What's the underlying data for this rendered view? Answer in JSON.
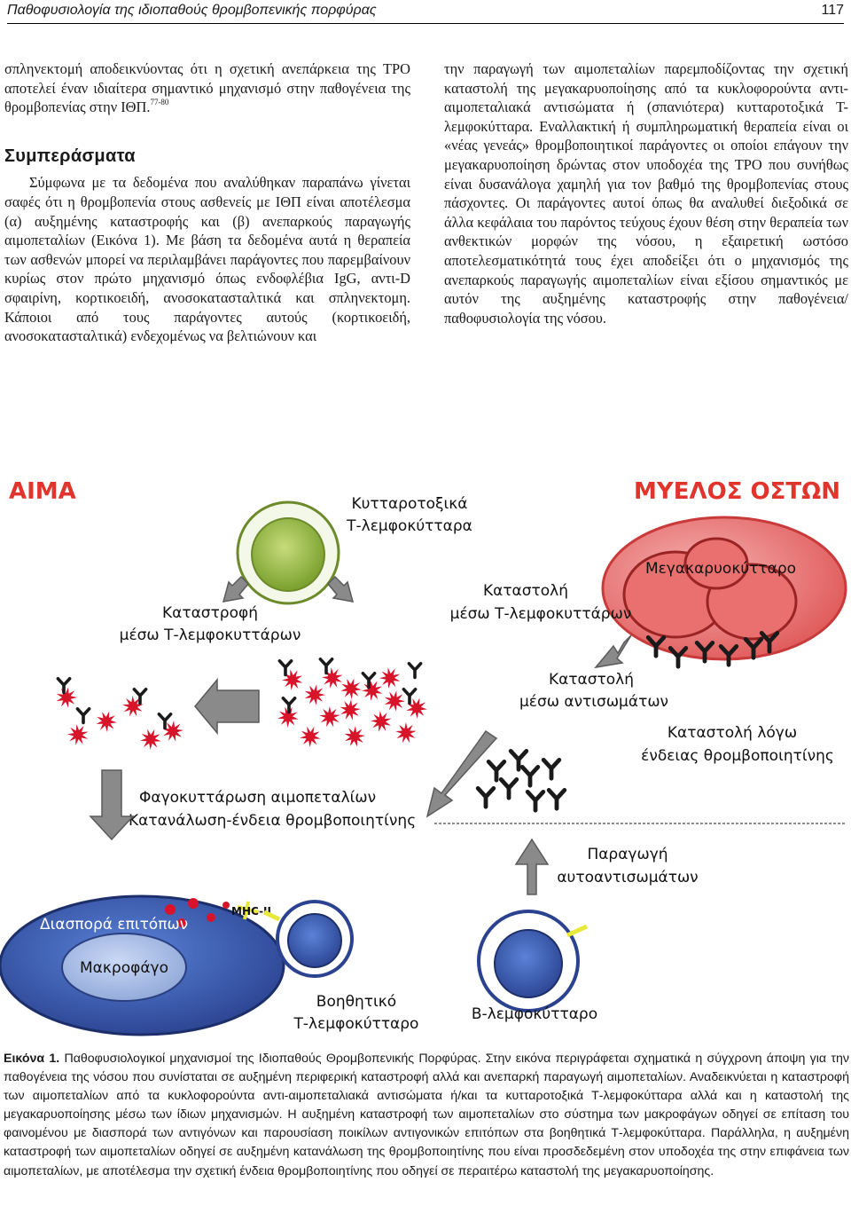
{
  "header": {
    "title": "Παθοφυσιολογία της ιδιοπαθούς θρομβοπενικής πορφύρας",
    "page": "117"
  },
  "left_col": {
    "intro": "σπληνεκτομή αποδεικνύοντας ότι η σχετική ανεπάρκεια της TPO αποτελεί έναν ιδιαίτερα σημαντικό μηχανισμό στην παθογένεια της θρομβοπενίας στην ΙΘΠ.",
    "intro_ref": "77-80",
    "heading": "Συμπεράσματα",
    "body": "Σύμφωνα με τα δεδομένα που αναλύθηκαν παραπάνω γίνεται σαφές ότι η θρομβοπενία στους ασθενείς με ΙΘΠ είναι αποτέλεσμα (α) αυξημένης καταστροφής και (β) ανεπαρκούς παραγωγής αιμοπεταλίων (Εικόνα 1). Με βάση τα δεδομένα αυτά η θεραπεία των ασθενών μπορεί να περιλαμβάνει παράγοντες που παρεμβαίνουν κυρίως στον πρώτο μηχανισμό όπως ενδοφλέβια IgG, αντι-D σφαιρίνη, κορτικοειδή, ανοσοκατασταλτικά και σπληνεκτομη. Κάποιοι από τους παράγοντες αυτούς (κορτικοειδή, ανοσοκατασταλτικά) ενδεχομένως να βελτιώνουν και"
  },
  "right_col": {
    "body": "την παραγωγή των αιμοπεταλίων παρεμποδίζοντας την σχετική καταστολή της μεγακαρυοποίησης από τα κυκλοφορούντα αντι-αιμοπεταλιακά αντισώματα ή (σπανιότερα) κυτταροτοξικά Τ-λεμφοκύτταρα. Εναλλακτική ή συμπληρωματική θεραπεία είναι οι «νέας γενεάς» θρομβοποιητικοί παράγοντες οι οποίοι επάγουν την μεγακαρυοποίηση δρώντας στον υποδοχέα της TPO που συνήθως είναι δυσανάλογα χαμηλή για τον βαθμό της θρομβοπενίας στους πάσχοντες. Οι παράγοντες αυτοί όπως θα αναλυθεί διεξοδικά σε άλλα κεφάλαια του παρόντος τεύχους έχουν θέση στην θεραπεία των ανθεκτικών μορφών της νόσου, η εξαιρετική ωστόσο αποτελεσματικότητά τους έχει αποδείξει ότι ο μηχανισμός της ανεπαρκούς παραγωγής αιμοπεταλίων είναι εξίσου σημαντικός με αυτόν της αυξημένης καταστροφής στην παθογένεια/παθοφυσιολογία της νόσου."
  },
  "figure": {
    "blood": "ΑΙΜΑ",
    "marrow": "ΜΥΕΛΟΣ ΟΣΤΩΝ",
    "cytotoxic": [
      "Κυτταροτοξικά",
      "Τ-λεμφοκύτταρα"
    ],
    "megakaryocyte": "Μεγακαρυοκύτταρο",
    "destruction": [
      "Καταστροφή",
      "μέσω Τ-λεμφοκυττάρων"
    ],
    "suppression_t": [
      "Καταστολή",
      "μέσω Τ-λεμφοκυττάρων"
    ],
    "suppression_ab": [
      "Καταστολή",
      "μέσω αντισωμάτων"
    ],
    "suppression_tpo": [
      "Καταστολή λόγω",
      "ένδειας θρομβοποιητίνης"
    ],
    "phago": [
      "Φαγοκυττάρωση αιμοπεταλίων",
      "Κατανάλωση-ένδεια θρομβοποιητίνης"
    ],
    "autoab": [
      "Παραγωγή",
      "αυτοαντισωμάτων"
    ],
    "epitope": "Διασπορά επιτόπων",
    "mhc": "MHC-II",
    "macrophage": "Μακροφάγο",
    "helper": [
      "Βοηθητικό",
      "Τ-λεμφοκύτταρο"
    ],
    "bcell": "Β-λεμφοκύτταρο",
    "colors": {
      "label_red": "#e0342c",
      "arrow_gray": "#8a8a8a",
      "tcell_green": "#8fb33c",
      "mega_red": "#e85a5a",
      "macro_blue": "#2f4c9c",
      "platelet_red": "#d8142a",
      "antibody_dark": "#1a1a1a"
    }
  },
  "caption": {
    "label": "Εικόνα 1.",
    "text": "Παθοφυσιολογικοί μηχανισμοί της Ιδιοπαθούς Θρομβοπενικής Πορφύρας. Στην εικόνα περιγράφεται σχηματικά η σύγχρονη άποψη για την παθογένεια της νόσου που συνίσταται σε αυξημένη περιφερική καταστροφή αλλά και ανεπαρκή παραγωγή αιμοπεταλίων. Αναδεικνύεται η καταστροφή των αιμοπεταλίων από τα κυκλοφορούντα αντι-αιμοπεταλιακά αντισώματα ή/και τα κυτταροτοξικά Τ-λεμφοκύτταρα αλλά και η καταστολή της μεγακαρυοποίησης μέσω των ίδιων μηχανισμών. Η αυξημένη καταστροφή των αιμοπεταλίων στο σύστημα των μακροφάγων οδηγεί σε επίταση του φαινομένου με διασπορά των αντιγόνων και παρουσίαση ποικίλων αντιγονικών επιτόπων στα βοηθητικά Τ-λεμφοκύτταρα. Παράλληλα, η αυξημένη καταστροφή των αιμοπεταλίων οδηγεί σε αυξημένη κατανάλωση της θρομβοποιητίνης που είναι προσδεδεμένη στον υποδοχέα της στην επιφάνεια των αιμοπεταλίων, με αποτέλεσμα την σχετική ένδεια θρομβοποιητίνης που οδηγεί σε περαιτέρω καταστολή της μεγακαρυοποίησης."
  }
}
